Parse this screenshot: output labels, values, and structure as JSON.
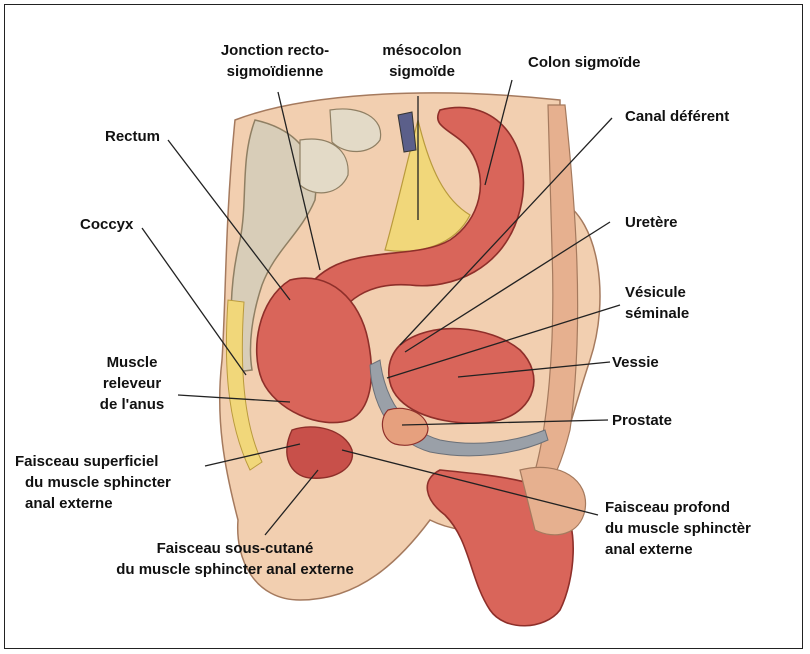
{
  "labels": {
    "jonction": [
      "Jonction recto-",
      "sigmoïdienne"
    ],
    "mesocolon": [
      "mésocolon",
      "sigmoïde"
    ],
    "colon": "Colon sigmoïde",
    "canal": "Canal déférent",
    "rectum": "Rectum",
    "coccyx": "Coccyx",
    "uretere": "Uretère",
    "vesicule": [
      "Vésicule",
      "séminale"
    ],
    "releveur": [
      "Muscle",
      "releveur",
      "de l'anus"
    ],
    "vessie": "Vessie",
    "prostate": "Prostate",
    "superficiel": [
      "Faisceau superficiel",
      "du muscle sphincter",
      "anal externe"
    ],
    "profond": [
      "Faisceau  profond",
      "du muscle sphinctèr",
      "anal externe"
    ],
    "sous_cutane": [
      "Faisceau  sous-cutané",
      "du muscle sphincter anal externe"
    ]
  },
  "colors": {
    "muscle": "#d9655a",
    "muscle_dark": "#b8413a",
    "tissue_pale": "#f2cfb0",
    "fat_yellow": "#f1d77a",
    "bone": "#d8cdb8",
    "bone_shade": "#b9ab8f",
    "gray_membrane": "#9aa0a8",
    "line": "#222222"
  }
}
